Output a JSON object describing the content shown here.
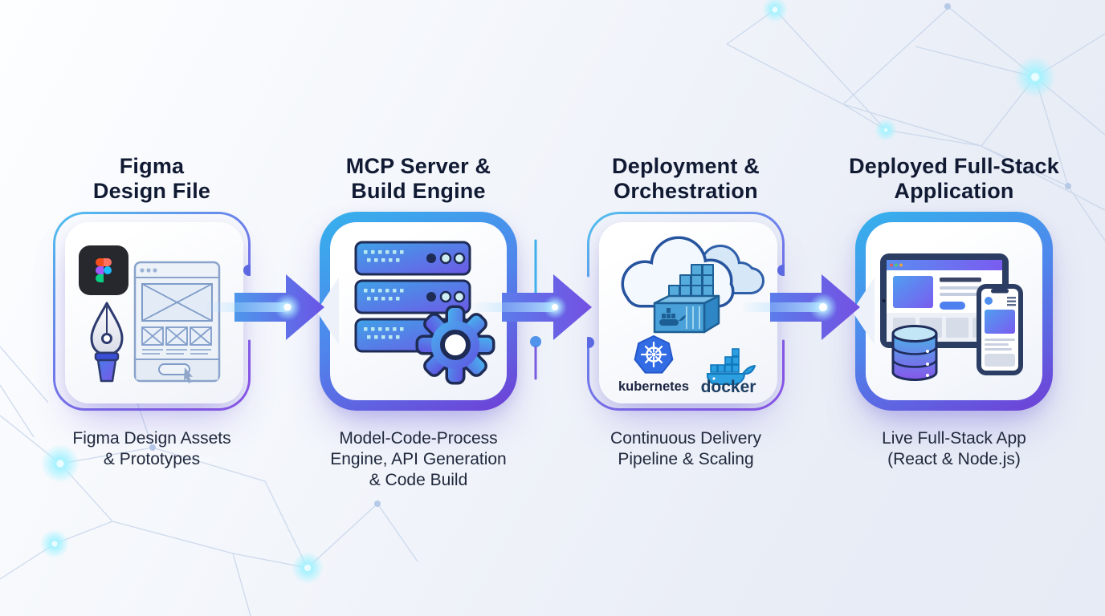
{
  "page": {
    "background": "#eef1f8",
    "accent": {
      "cyan": "#3ab4ec",
      "blue": "#4f86ec",
      "purple": "#7b50e0",
      "beam_glow": "#9fe8ff",
      "title_color": "#111a33",
      "caption_color": "#20283c"
    }
  },
  "columns": [
    {
      "id": "figma-design-file",
      "title_lines": [
        "Figma",
        "Design File"
      ],
      "caption_lines": [
        "Figma Design Assets",
        "& Prototypes"
      ],
      "icons": [
        "figma-logo-icon",
        "pen-nib-icon",
        "wireframe-window-icon"
      ]
    },
    {
      "id": "mcp-server-build-engine",
      "title_lines": [
        "MCP Server &",
        "Build Engine"
      ],
      "caption_lines": [
        "Model-Code-Process",
        "Engine, API Generation",
        "& Code Build"
      ],
      "icons": [
        "server-stack-icon",
        "gear-icon"
      ]
    },
    {
      "id": "deployment-orchestration",
      "title_lines": [
        "Deployment &",
        "Orchestration"
      ],
      "caption_lines": [
        "Continuous Delivery",
        "Pipeline & Scaling"
      ],
      "icons": [
        "cloud-icon",
        "shipping-container-icon",
        "kubernetes-logo-icon",
        "docker-logo-icon"
      ],
      "labels": {
        "kubernetes": "kubernetes",
        "docker": "docker"
      }
    },
    {
      "id": "deployed-full-stack-application",
      "title_lines": [
        "Deployed Full-Stack",
        "Application"
      ],
      "caption_lines": [
        "Live Full-Stack App",
        "(React & Node.js)"
      ],
      "icons": [
        "tablet-app-icon",
        "phone-app-icon",
        "database-icon"
      ]
    }
  ]
}
